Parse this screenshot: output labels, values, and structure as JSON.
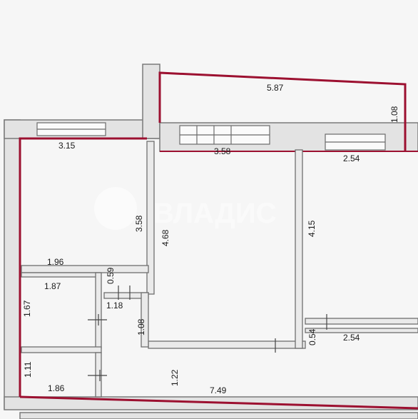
{
  "watermark": {
    "brand": "ВЛАДИС"
  },
  "dimensions": {
    "balcony_width": "5.87",
    "balcony_depth": "1.08",
    "room_left_width": "3.15",
    "room_left_depth": "3.58",
    "room_center_width": "3.58",
    "room_center_depth": "4.68",
    "room_right_width": "2.54",
    "room_right_depth": "4.15",
    "corridor_width": "1.96",
    "corridor_depth": "0.59",
    "bath_width": "1.87",
    "bath_depth": "1.67",
    "toilet_width": "1.86",
    "toilet_depth": "1.11",
    "hall_small_width": "1.18",
    "hall_small_depth": "1.08",
    "hall_depth": "1.22",
    "apartment_width": "7.49",
    "right_lower_width": "2.54",
    "right_lower_depth": "0.54"
  }
}
